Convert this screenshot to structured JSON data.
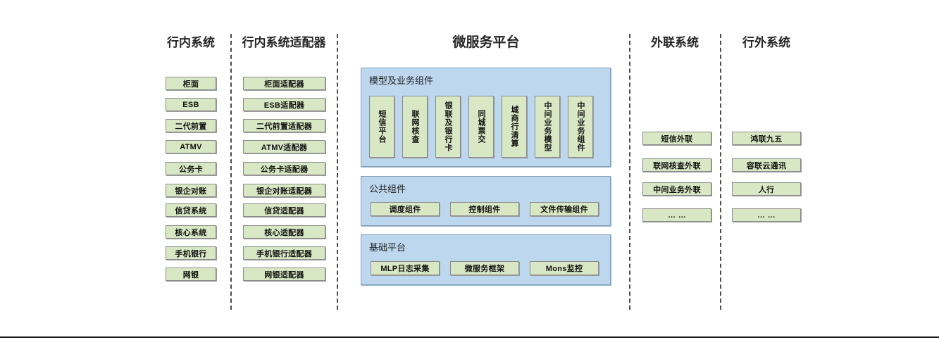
{
  "diagram": {
    "title_internal": "行内系统",
    "columns": [
      {
        "id": "internal-systems",
        "title": "行内系统",
        "nodes": [
          "柜面",
          "ESB",
          "二代前置",
          "ATMV",
          "公务卡",
          "银企对账",
          "信贷系统",
          "核心系统",
          "手机银行",
          "网银"
        ]
      },
      {
        "id": "internal-adapters",
        "title": "行内系统适配器",
        "nodes": [
          "柜面适配器",
          "ESB适配器",
          "二代前置适配器",
          "ATMV适配器",
          "公务卡适配器",
          "银企对账适配器",
          "信贷适配器",
          "核心适配器",
          "手机银行适配器",
          "网银适配器"
        ]
      },
      {
        "id": "external-link-systems",
        "title": "外联系统",
        "nodes": [
          "短信外联",
          "联网核查外联",
          "中间业务外联",
          "… …"
        ]
      },
      {
        "id": "outside-bank-systems",
        "title": "行外系统",
        "nodes": [
          "鸿联九五",
          "容联云通讯",
          "人行",
          "… …"
        ]
      }
    ],
    "platform": {
      "title": "微服务平台",
      "panels": [
        {
          "id": "model-business-components",
          "label": "模型及业务组件",
          "orientation": "vertical",
          "nodes": [
            "短信平台",
            "联网核查",
            "银联及银行卡",
            "同城票交",
            "城商行清算",
            "中间业务模型",
            "中间业务组件"
          ]
        },
        {
          "id": "public-components",
          "label": "公共组件",
          "orientation": "horizontal",
          "nodes": [
            "调度组件",
            "控制组件",
            "文件传输组件"
          ]
        },
        {
          "id": "base-platform",
          "label": "基础平台",
          "orientation": "horizontal",
          "nodes": [
            "MLP日志采集",
            "微服务框架",
            "Mons监控"
          ]
        }
      ]
    },
    "colors": {
      "node_fill": "#d9e8c4",
      "node_border": "#8a8a8a",
      "panel_fill": "#bdd7ee",
      "panel_border": "#7f9db9",
      "separator": "#4d4d4d",
      "text": "#1a1a1a"
    }
  }
}
